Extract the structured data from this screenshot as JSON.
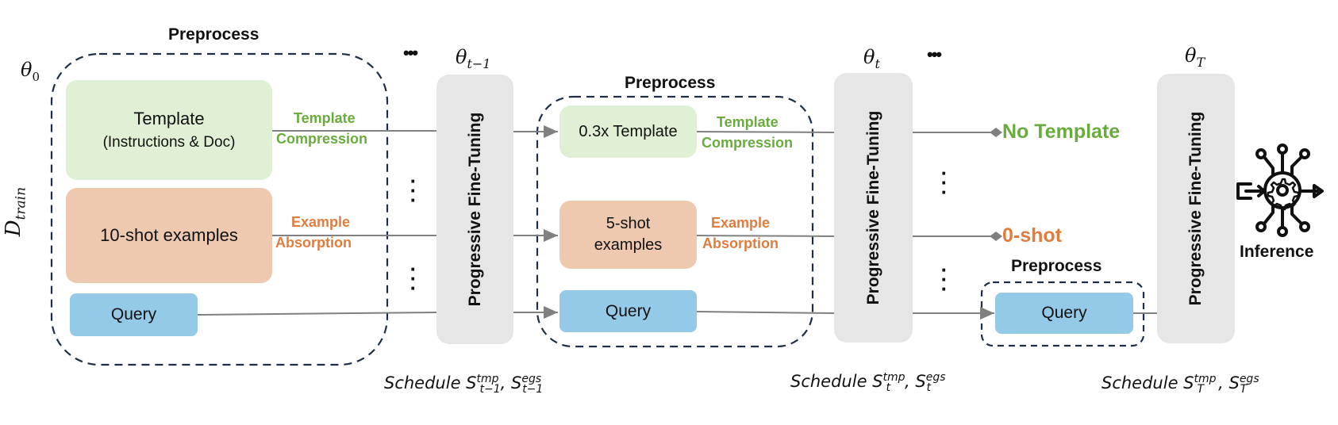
{
  "stages": {
    "initial": {
      "theta": "θ",
      "theta_sub": "0",
      "dataset_label": "D",
      "dataset_sub": "train",
      "preprocess_title": "Preprocess",
      "template_line1": "Template",
      "template_line2": "(Instructions & Doc)",
      "examples": "10-shot examples",
      "query": "Query",
      "template_op_line1": "Template",
      "template_op_line2": "Compression",
      "example_op_line1": "Example",
      "example_op_line2": "Absorption"
    },
    "middle": {
      "theta": "θ",
      "theta_sub": "t−1",
      "pft_label": "Progressive Fine-Tuning",
      "preprocess_title": "Preprocess",
      "template": "0.3x Template",
      "examples_line1": "5-shot",
      "examples_line2": "examples",
      "query": "Query",
      "template_op_line1": "Template",
      "template_op_line2": "Compression",
      "example_op_line1": "Example",
      "example_op_line2": "Absorption",
      "schedule": "Schedule S",
      "schedule_tmp_sup": "tmp",
      "schedule_egs_sup": "egs",
      "schedule_sub": "t−1"
    },
    "late": {
      "theta": "θ",
      "theta_sub": "t",
      "pft_label": "Progressive Fine-Tuning",
      "no_template": "No Template",
      "zero_shot": "0-shot",
      "preprocess_title": "Preprocess",
      "query": "Query",
      "schedule": "Schedule S",
      "schedule_tmp_sup": "tmp",
      "schedule_egs_sup": "egs",
      "schedule_sub": "t"
    },
    "final": {
      "theta": "θ",
      "theta_sub": "T",
      "pft_label": "Progressive Fine-Tuning",
      "inference_label": "Inference",
      "icon": "ai-inference-gear-icon",
      "schedule": "Schedule S",
      "schedule_tmp_sup": "tmp",
      "schedule_egs_sup": "egs",
      "schedule_sub": "T"
    }
  },
  "ellipsis": "•••",
  "comma": ",",
  "schedule_s": "S",
  "colors": {
    "template_green": "#6aab3e",
    "example_orange": "#e07c3e",
    "template_box": "#dff0d4",
    "example_box": "#efc8b0",
    "query_box": "#95c9e8",
    "pft_box": "#e6e6e6",
    "dashed_border": "#1e2f45",
    "arrow_gray": "#808080"
  }
}
